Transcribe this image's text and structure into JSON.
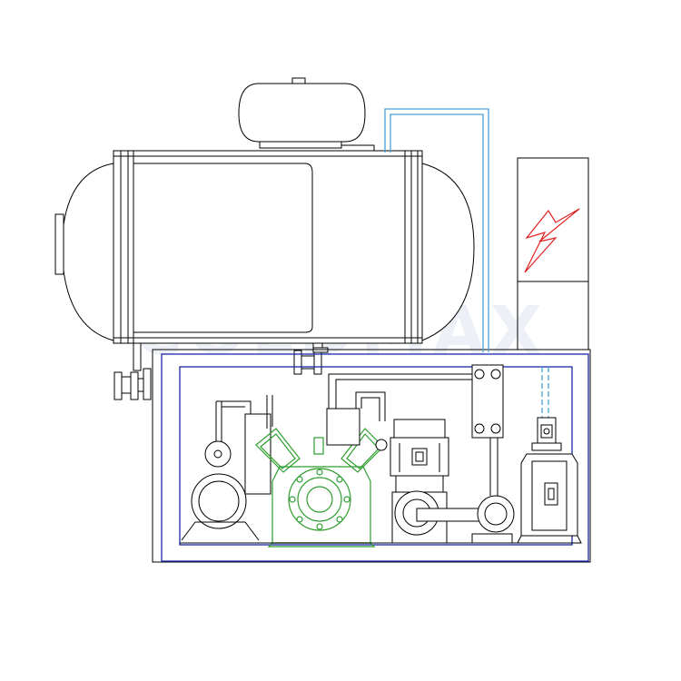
{
  "watermark": {
    "text": "COLDMAX",
    "visible": true
  },
  "colors": {
    "outline": "#000000",
    "compressor": "#2e9e2e",
    "frame": "#1a2aa8",
    "piping": "#4aa0d8",
    "electrical": "#e02020",
    "watermark": "#dfe7f2"
  },
  "components": [
    {
      "id": "receiver-tank",
      "label": ""
    },
    {
      "id": "oil-separator",
      "label": ""
    },
    {
      "id": "control-cabinet",
      "label": "",
      "icon": "lightning-bolt-icon"
    },
    {
      "id": "compressor",
      "label": ""
    },
    {
      "id": "motor",
      "label": ""
    },
    {
      "id": "pump",
      "label": ""
    },
    {
      "id": "vacuum-pump",
      "label": ""
    }
  ]
}
